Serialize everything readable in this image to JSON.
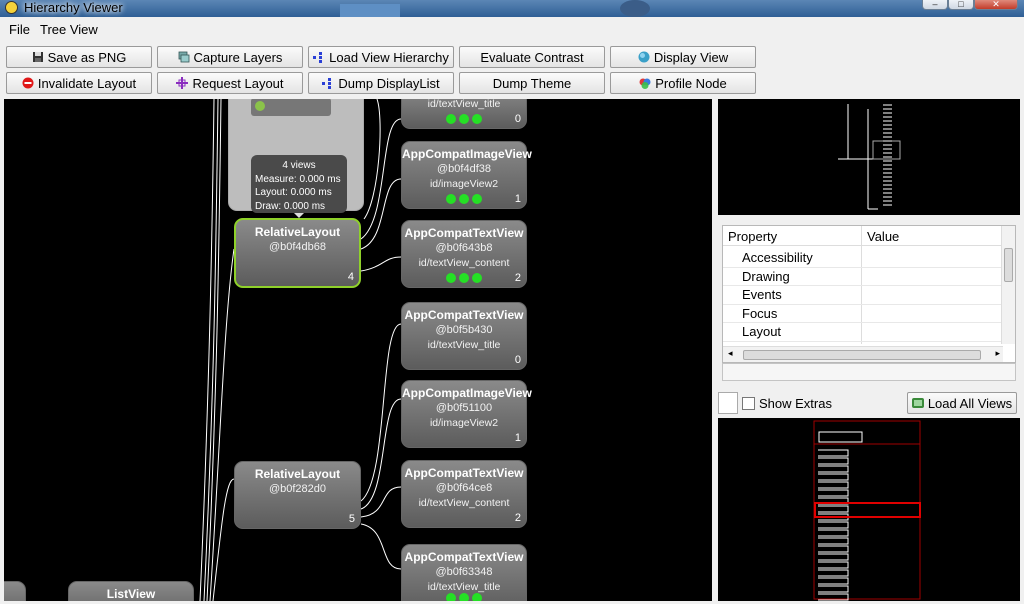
{
  "window": {
    "title": "Hierarchy Viewer",
    "controls": {
      "minimize": "–",
      "maximize": "□",
      "close": "✕"
    }
  },
  "menu": {
    "items": [
      "File",
      "Tree View"
    ]
  },
  "toolbar": {
    "row1": [
      {
        "label": "Save as PNG",
        "icon": "save-icon"
      },
      {
        "label": "Capture Layers",
        "icon": "layers-icon"
      },
      {
        "label": "Load View Hierarchy",
        "icon": "hierarchy-icon"
      },
      {
        "label": "Evaluate Contrast",
        "icon": ""
      },
      {
        "label": "Display View",
        "icon": "display-icon"
      }
    ],
    "row2": [
      {
        "label": "Invalidate Layout",
        "icon": "no-entry-icon"
      },
      {
        "label": "Request Layout",
        "icon": "request-icon"
      },
      {
        "label": "Dump DisplayList",
        "icon": "hierarchy-icon"
      },
      {
        "label": "Dump Theme",
        "icon": ""
      },
      {
        "label": "Profile Node",
        "icon": "profile-icon"
      }
    ]
  },
  "tree": {
    "tooltip": {
      "views": "4 views",
      "measure": "Measure: 0.000 ms",
      "layout": "Layout: 0.000 ms",
      "draw": "Draw: 0.000 ms"
    },
    "nodes": [
      {
        "name": "",
        "hash": "",
        "id": "id/textView_title",
        "count": "0",
        "dots": 3
      },
      {
        "name": "AppCompatImageView",
        "hash": "@b0f4df38",
        "id": "id/imageView2",
        "count": "1",
        "dots": 3
      },
      {
        "name": "AppCompatTextView",
        "hash": "@b0f643b8",
        "id": "id/textView_content",
        "count": "2",
        "dots": 3
      },
      {
        "name": "AppCompatTextView",
        "hash": "@b0f5b430",
        "id": "id/textView_title",
        "count": "0",
        "dots": 0
      },
      {
        "name": "AppCompatImageView",
        "hash": "@b0f51100",
        "id": "id/imageView2",
        "count": "1",
        "dots": 0
      },
      {
        "name": "AppCompatTextView",
        "hash": "@b0f64ce8",
        "id": "id/textView_content",
        "count": "2",
        "dots": 0
      },
      {
        "name": "AppCompatTextView",
        "hash": "@b0f63348",
        "id": "id/textView_title",
        "count": "",
        "dots": 3
      },
      {
        "name": "RelativeLayout",
        "hash": "@b0f4db68",
        "id": "",
        "count": "4",
        "dots": 0
      },
      {
        "name": "RelativeLayout",
        "hash": "@b0f282d0",
        "id": "",
        "count": "5",
        "dots": 0
      },
      {
        "name": "ListView",
        "hash": "",
        "id": "",
        "count": "",
        "dots": 0
      }
    ]
  },
  "properties": {
    "headers": {
      "property": "Property",
      "value": "Value"
    },
    "rows": [
      "Accessibility",
      "Drawing",
      "Events",
      "Focus",
      "Layout"
    ]
  },
  "extras": {
    "show_extras_label": "Show Extras",
    "load_all_views_label": "Load All Views"
  },
  "colors": {
    "selection": "#8fd12a",
    "dot": "#25e025",
    "highlight": "#e00000"
  }
}
